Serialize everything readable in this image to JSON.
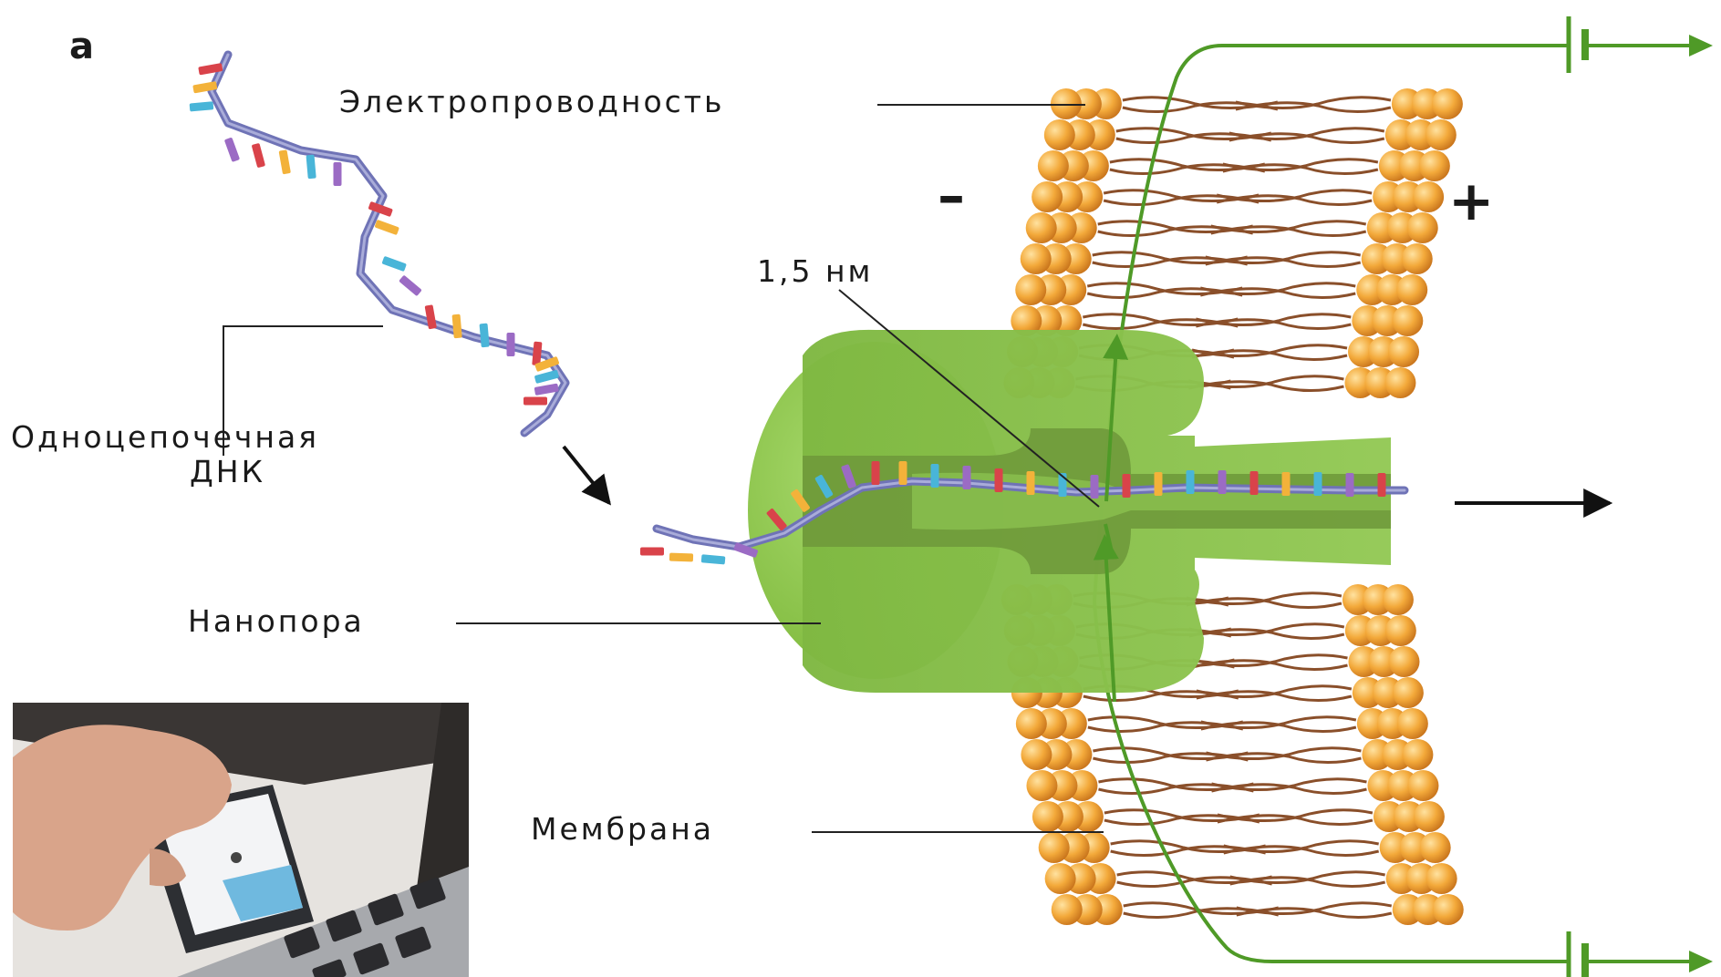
{
  "panel_letter": "а",
  "labels": {
    "conductivity": "Электропроводность",
    "ssdna_line1": "Одноцепочечная",
    "ssdna_line2": "ДНК",
    "nanopore": "Нанопора",
    "membrane": "Мембрана",
    "pore_width": "1,5 нм"
  },
  "signs": {
    "minus": "–",
    "plus": "+"
  },
  "colors": {
    "lipid_head": "#f1a53a",
    "lipid_tail": "#8a4f2a",
    "pore": "#8cc34b",
    "pore_inner": "#6f9a3b",
    "circuit": "#5fae2e",
    "dna_backbone": "#6f73b6",
    "base_colors": [
      "#d9434a",
      "#f3b23a",
      "#49b5d8",
      "#9b6bc4"
    ]
  },
  "photo": {
    "description_icon": "minion-sequencer-photo"
  }
}
